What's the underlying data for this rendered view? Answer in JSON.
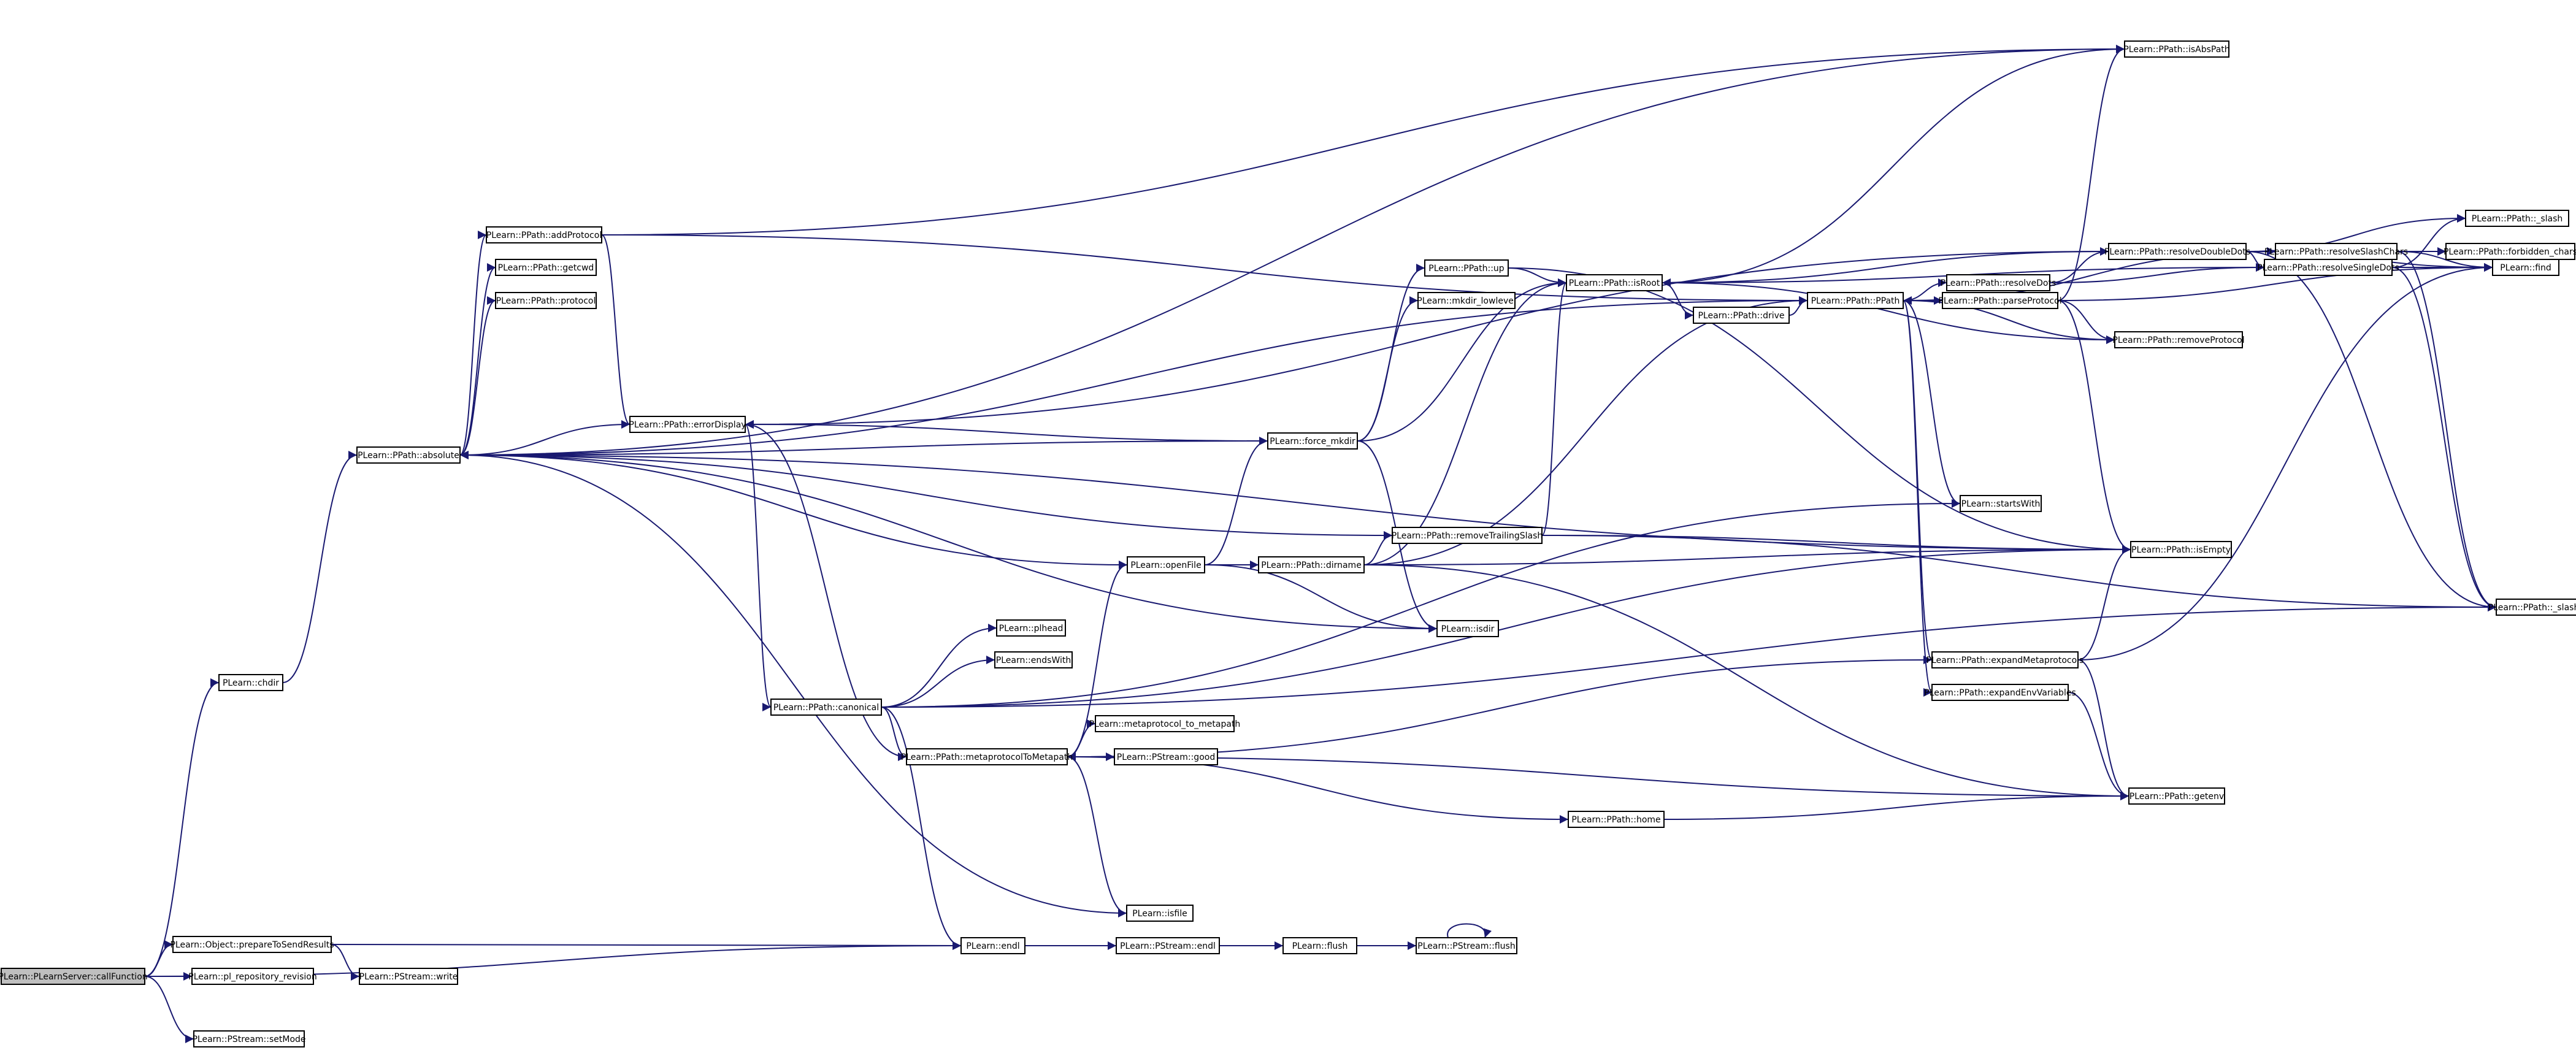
{
  "diagram": {
    "type": "call graph",
    "colors": {
      "edge": "#191970",
      "node_border": "#000000",
      "root_fill": "#bfbfbf",
      "node_fill": "#ffffff"
    },
    "nodes": [
      {
        "id": "callFunction",
        "label": "PLearn::PLearnServer::callFunction",
        "root": true
      },
      {
        "id": "chdir",
        "label": "PLearn::chdir"
      },
      {
        "id": "prepareToSendResults",
        "label": "PLearn::Object::prepareToSendResults"
      },
      {
        "id": "pl_repository_revision",
        "label": "PLearn::pl_repository_revision"
      },
      {
        "id": "setMode",
        "label": "PLearn::PStream::setMode"
      },
      {
        "id": "endl",
        "label": "PLearn::endl"
      },
      {
        "id": "PStream_write",
        "label": "PLearn::PStream::write"
      },
      {
        "id": "PStream_endl",
        "label": "PLearn::PStream::endl"
      },
      {
        "id": "flush",
        "label": "PLearn::flush"
      },
      {
        "id": "PStream_flush",
        "label": "PLearn::PStream::flush"
      },
      {
        "id": "absolute",
        "label": "PLearn::PPath::absolute"
      },
      {
        "id": "addProtocol",
        "label": "PLearn::PPath::addProtocol"
      },
      {
        "id": "getcwd",
        "label": "PLearn::PPath::getcwd"
      },
      {
        "id": "protocol",
        "label": "PLearn::PPath::protocol"
      },
      {
        "id": "errorDisplay",
        "label": "PLearn::PPath::errorDisplay"
      },
      {
        "id": "canonical",
        "label": "PLearn::PPath::canonical"
      },
      {
        "id": "plhead",
        "label": "PLearn::plhead"
      },
      {
        "id": "endsWith",
        "label": "PLearn::endsWith"
      },
      {
        "id": "metaprotocolToMetapath",
        "label": "PLearn::PPath::metaprotocolToMetapath"
      },
      {
        "id": "metaprotocol_to_metapath",
        "label": "PLearn::metaprotocol_to_metapath"
      },
      {
        "id": "PStream_good",
        "label": "PLearn::PStream::good"
      },
      {
        "id": "isfile",
        "label": "PLearn::isfile"
      },
      {
        "id": "openFile",
        "label": "PLearn::openFile"
      },
      {
        "id": "force_mkdir",
        "label": "PLearn::force_mkdir"
      },
      {
        "id": "up",
        "label": "PLearn::PPath::up"
      },
      {
        "id": "mkdir_lowlevel",
        "label": "PLearn::mkdir_lowlevel"
      },
      {
        "id": "dirname",
        "label": "PLearn::PPath::dirname"
      },
      {
        "id": "removeTrailingSlash",
        "label": "PLearn::PPath::removeTrailingSlash"
      },
      {
        "id": "isdir",
        "label": "PLearn::isdir"
      },
      {
        "id": "home",
        "label": "PLearn::PPath::home"
      },
      {
        "id": "isRoot",
        "label": "PLearn::PPath::isRoot"
      },
      {
        "id": "drive",
        "label": "PLearn::PPath::drive"
      },
      {
        "id": "PPath",
        "label": "PLearn::PPath::PPath"
      },
      {
        "id": "resolveDots",
        "label": "PLearn::PPath::resolveDots"
      },
      {
        "id": "parseProtocol",
        "label": "PLearn::PPath::parseProtocol"
      },
      {
        "id": "startsWith",
        "label": "PLearn::startsWith"
      },
      {
        "id": "expandMetaprotocols",
        "label": "PLearn::PPath::expandMetaprotocols"
      },
      {
        "id": "expandEnvVariables",
        "label": "PLearn::PPath::expandEnvVariables"
      },
      {
        "id": "isAbsPath",
        "label": "PLearn::PPath::isAbsPath"
      },
      {
        "id": "resolveDoubleDots",
        "label": "PLearn::PPath::resolveDoubleDots"
      },
      {
        "id": "resolveSingleDots",
        "label": "PLearn::PPath::resolveSingleDots"
      },
      {
        "id": "removeProtocol",
        "label": "PLearn::PPath::removeProtocol"
      },
      {
        "id": "isEmpty",
        "label": "PLearn::PPath::isEmpty"
      },
      {
        "id": "getenv",
        "label": "PLearn::PPath::getenv"
      },
      {
        "id": "_slash",
        "label": "PLearn::PPath::_slash"
      },
      {
        "id": "resolveSlashChars",
        "label": "PLearn::PPath::resolveSlashChars"
      },
      {
        "id": "forbidden_chars",
        "label": "PLearn::PPath::forbidden_chars"
      },
      {
        "id": "find",
        "label": "PLearn::find"
      },
      {
        "id": "_slash_char",
        "label": "PLearn::PPath::_slash_char"
      }
    ],
    "edges": [
      [
        "callFunction",
        "chdir"
      ],
      [
        "callFunction",
        "prepareToSendResults"
      ],
      [
        "callFunction",
        "pl_repository_revision"
      ],
      [
        "callFunction",
        "setMode"
      ],
      [
        "callFunction",
        "endl"
      ],
      [
        "chdir",
        "absolute"
      ],
      [
        "prepareToSendResults",
        "endl"
      ],
      [
        "prepareToSendResults",
        "PStream_write"
      ],
      [
        "endl",
        "PStream_endl"
      ],
      [
        "PStream_endl",
        "flush"
      ],
      [
        "flush",
        "PStream_flush"
      ],
      [
        "PStream_flush",
        "PStream_flush"
      ],
      [
        "absolute",
        "addProtocol"
      ],
      [
        "absolute",
        "getcwd"
      ],
      [
        "absolute",
        "protocol"
      ],
      [
        "absolute",
        "isAbsPath"
      ],
      [
        "absolute",
        "isEmpty"
      ],
      [
        "absolute",
        "PPath"
      ],
      [
        "absolute",
        "removeTrailingSlash"
      ],
      [
        "addProtocol",
        "isAbsPath"
      ],
      [
        "addProtocol",
        "errorDisplay"
      ],
      [
        "addProtocol",
        "PPath"
      ],
      [
        "errorDisplay",
        "absolute"
      ],
      [
        "errorDisplay",
        "canonical"
      ],
      [
        "canonical",
        "plhead"
      ],
      [
        "canonical",
        "endsWith"
      ],
      [
        "canonical",
        "metaprotocolToMetapath"
      ],
      [
        "canonical",
        "endl"
      ],
      [
        "canonical",
        "isEmpty"
      ],
      [
        "canonical",
        "startsWith"
      ],
      [
        "canonical",
        "_slash_char"
      ],
      [
        "metaprotocolToMetapath",
        "metaprotocol_to_metapath"
      ],
      [
        "metaprotocolToMetapath",
        "PStream_good"
      ],
      [
        "metaprotocolToMetapath",
        "home"
      ],
      [
        "metaprotocolToMetapath",
        "getenv"
      ],
      [
        "metaprotocolToMetapath",
        "isfile"
      ],
      [
        "metaprotocolToMetapath",
        "errorDisplay"
      ],
      [
        "metaprotocolToMetapath",
        "openFile"
      ],
      [
        "isfile",
        "absolute"
      ],
      [
        "openFile",
        "absolute"
      ],
      [
        "openFile",
        "dirname"
      ],
      [
        "openFile",
        "force_mkdir"
      ],
      [
        "openFile",
        "isdir"
      ],
      [
        "force_mkdir",
        "absolute"
      ],
      [
        "force_mkdir",
        "up"
      ],
      [
        "force_mkdir",
        "mkdir_lowlevel"
      ],
      [
        "force_mkdir",
        "isdir"
      ],
      [
        "force_mkdir",
        "isRoot"
      ],
      [
        "force_mkdir",
        "errorDisplay"
      ],
      [
        "up",
        "isRoot"
      ],
      [
        "up",
        "isEmpty"
      ],
      [
        "dirname",
        "removeTrailingSlash"
      ],
      [
        "dirname",
        "isRoot"
      ],
      [
        "dirname",
        "PPath"
      ],
      [
        "dirname",
        "isEmpty"
      ],
      [
        "dirname",
        "getenv"
      ],
      [
        "removeTrailingSlash",
        "isEmpty"
      ],
      [
        "removeTrailingSlash",
        "_slash_char"
      ],
      [
        "removeTrailingSlash",
        "isRoot"
      ],
      [
        "isdir",
        "absolute"
      ],
      [
        "home",
        "getenv"
      ],
      [
        "isRoot",
        "drive"
      ],
      [
        "isRoot",
        "removeProtocol"
      ],
      [
        "isRoot",
        "isAbsPath"
      ],
      [
        "drive",
        "PPath"
      ],
      [
        "PPath",
        "resolveDots"
      ],
      [
        "PPath",
        "parseProtocol"
      ],
      [
        "PPath",
        "startsWith"
      ],
      [
        "PPath",
        "expandMetaprotocols"
      ],
      [
        "PPath",
        "expandEnvVariables"
      ],
      [
        "PPath",
        "resolveSlashChars"
      ],
      [
        "resolveDots",
        "resolveDoubleDots"
      ],
      [
        "resolveDots",
        "resolveSingleDots"
      ],
      [
        "parseProtocol",
        "isAbsPath"
      ],
      [
        "parseProtocol",
        "removeProtocol"
      ],
      [
        "parseProtocol",
        "find"
      ],
      [
        "parseProtocol",
        "isEmpty"
      ],
      [
        "resolveDoubleDots",
        "isRoot"
      ],
      [
        "resolveDoubleDots",
        "_slash"
      ],
      [
        "resolveDoubleDots",
        "find"
      ],
      [
        "resolveDoubleDots",
        "_slash_char"
      ],
      [
        "resolveDoubleDots",
        "errorDisplay"
      ],
      [
        "resolveDoubleDots",
        "resolveSingleDots"
      ],
      [
        "resolveSingleDots",
        "_slash"
      ],
      [
        "resolveSingleDots",
        "find"
      ],
      [
        "resolveSingleDots",
        "_slash_char"
      ],
      [
        "resolveSingleDots",
        "isRoot"
      ],
      [
        "removeProtocol",
        "PPath"
      ],
      [
        "expandMetaprotocols",
        "isEmpty"
      ],
      [
        "expandMetaprotocols",
        "getenv"
      ],
      [
        "expandMetaprotocols",
        "find"
      ],
      [
        "expandMetaprotocols",
        "metaprotocolToMetapath"
      ],
      [
        "expandEnvVariables",
        "getenv"
      ],
      [
        "resolveSlashChars",
        "forbidden_chars"
      ],
      [
        "resolveSlashChars",
        "find"
      ],
      [
        "resolveSlashChars",
        "_slash_char"
      ]
    ]
  }
}
